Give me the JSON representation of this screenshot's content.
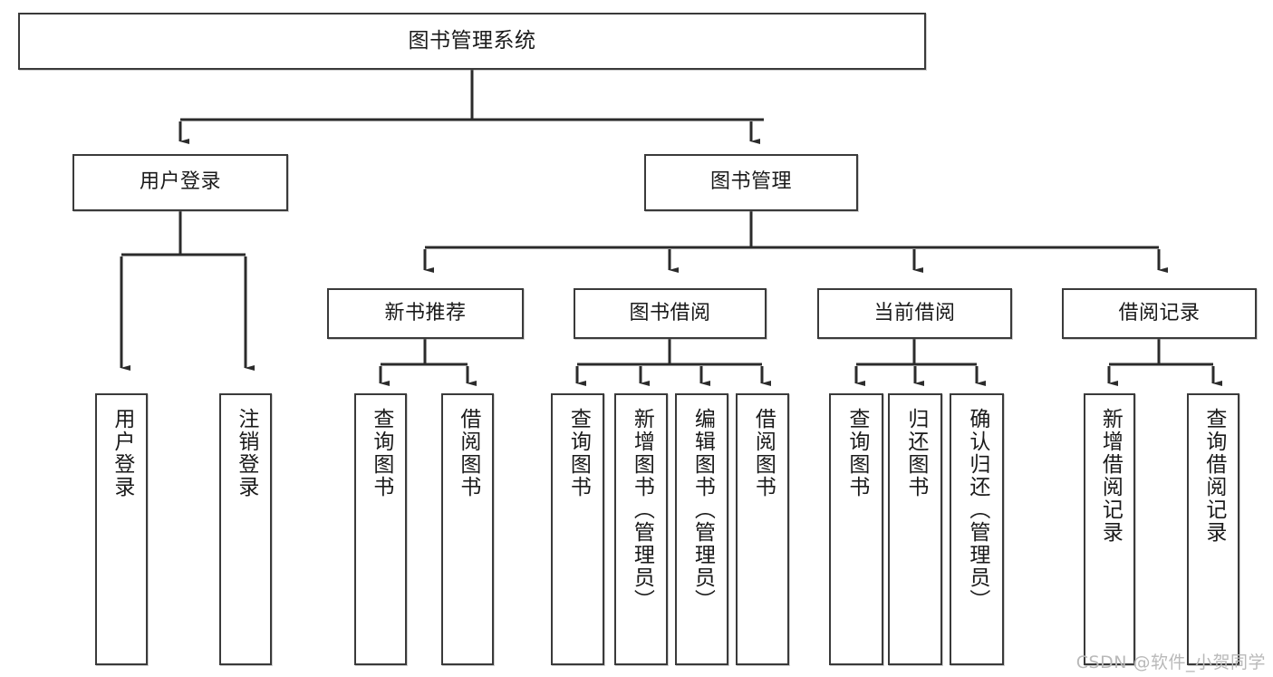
{
  "diagram": {
    "title": "图书管理系统",
    "watermark": "CSDN @软件_小贺同学",
    "stroke_color": "#3a3a3a",
    "background_color": "#ffffff",
    "watermark_color": "#b9b9b9",
    "levels": {
      "root": "图书管理系统",
      "level1": [
        "用户登录",
        "图书管理"
      ],
      "level2": [
        "新书推荐",
        "图书借阅",
        "当前借阅",
        "借阅记录"
      ]
    },
    "nodes": {
      "root": {
        "label": "图书管理系统"
      },
      "user_login": {
        "label": "用户登录"
      },
      "book_manage": {
        "label": "图书管理"
      },
      "new_book_rec": {
        "label": "新书推荐"
      },
      "book_borrow": {
        "label": "图书借阅"
      },
      "current_borrow": {
        "label": "当前借阅"
      },
      "borrow_record": {
        "label": "借阅记录"
      },
      "leaf_user_login": {
        "label": "用户登录"
      },
      "leaf_user_logout": {
        "label": "注销登录"
      },
      "leaf_query_book_1": {
        "label": "查询图书"
      },
      "leaf_borrow_book_1": {
        "label": "借阅图书"
      },
      "leaf_query_book_2": {
        "label": "查询图书"
      },
      "leaf_add_book_admin": {
        "label": "新增图书（管理员）"
      },
      "leaf_edit_book_admin": {
        "label": "编辑图书（管理员）"
      },
      "leaf_borrow_book_2": {
        "label": "借阅图书"
      },
      "leaf_query_book_3": {
        "label": "查询图书"
      },
      "leaf_return_book": {
        "label": "归还图书"
      },
      "leaf_confirm_return_admin": {
        "label": "确认归还（管理员）"
      },
      "leaf_add_borrow_record": {
        "label": "新增借阅记录"
      },
      "leaf_query_borrow_record": {
        "label": "查询借阅记录"
      }
    },
    "edges": [
      {
        "from": "root",
        "to": "user_login"
      },
      {
        "from": "root",
        "to": "book_manage"
      },
      {
        "from": "user_login",
        "to": "leaf_user_login"
      },
      {
        "from": "user_login",
        "to": "leaf_user_logout"
      },
      {
        "from": "book_manage",
        "to": "new_book_rec"
      },
      {
        "from": "book_manage",
        "to": "book_borrow"
      },
      {
        "from": "book_manage",
        "to": "current_borrow"
      },
      {
        "from": "book_manage",
        "to": "borrow_record"
      },
      {
        "from": "new_book_rec",
        "to": "leaf_query_book_1"
      },
      {
        "from": "new_book_rec",
        "to": "leaf_borrow_book_1"
      },
      {
        "from": "book_borrow",
        "to": "leaf_query_book_2"
      },
      {
        "from": "book_borrow",
        "to": "leaf_add_book_admin"
      },
      {
        "from": "book_borrow",
        "to": "leaf_edit_book_admin"
      },
      {
        "from": "book_borrow",
        "to": "leaf_borrow_book_2"
      },
      {
        "from": "current_borrow",
        "to": "leaf_query_book_3"
      },
      {
        "from": "current_borrow",
        "to": "leaf_return_book"
      },
      {
        "from": "current_borrow",
        "to": "leaf_confirm_return_admin"
      },
      {
        "from": "borrow_record",
        "to": "leaf_add_borrow_record"
      },
      {
        "from": "borrow_record",
        "to": "leaf_query_borrow_record"
      }
    ]
  }
}
